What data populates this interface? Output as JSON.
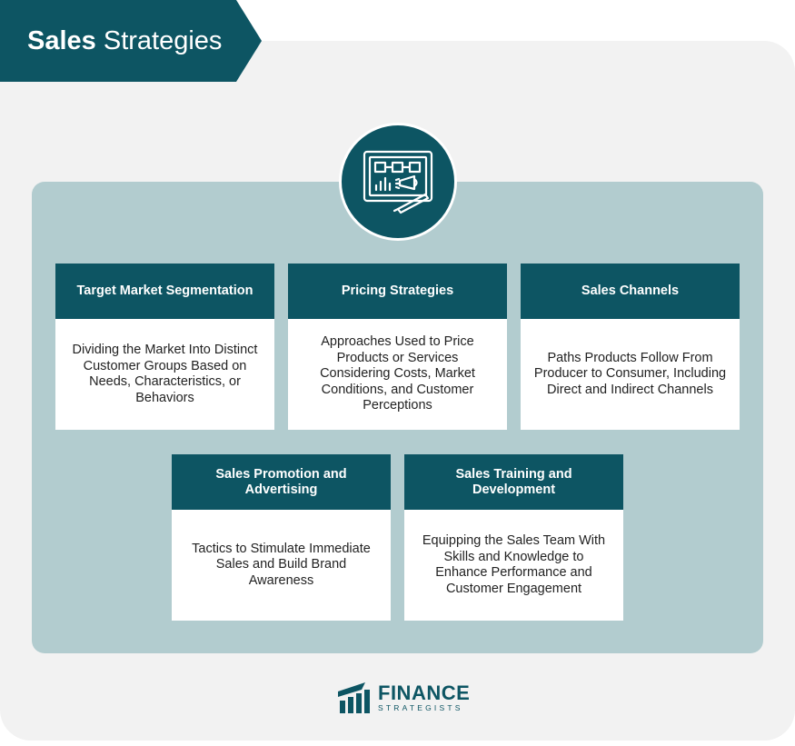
{
  "title": {
    "bold": "Sales",
    "light": "Strategies"
  },
  "icon": {
    "name": "strategy-board-megaphone-icon"
  },
  "cards": [
    {
      "heading": "Target Market Segmentation",
      "body": "Dividing the Market Into Distinct Customer Groups Based on Needs, Characteristics, or Behaviors"
    },
    {
      "heading": "Pricing Strategies",
      "body": "Approaches Used to Price Products or Services Considering Costs, Market Conditions, and Customer Perceptions"
    },
    {
      "heading": "Sales Channels",
      "body": "Paths Products Follow From Producer to Consumer, Including Direct and Indirect Channels"
    },
    {
      "heading": "Sales Promotion and Advertising",
      "body": "Tactics to Stimulate Immediate Sales and Build Brand Awareness"
    },
    {
      "heading": "Sales Training and Development",
      "body": "Equipping the Sales Team With Skills and Knowledge to Enhance Performance and Customer Engagement"
    }
  ],
  "logo": {
    "main": "FINANCE",
    "sub": "STRATEGISTS"
  },
  "colors": {
    "primary": "#0d5563",
    "inner_panel": "#b2cccf",
    "outer_panel": "#f2f2f2"
  }
}
